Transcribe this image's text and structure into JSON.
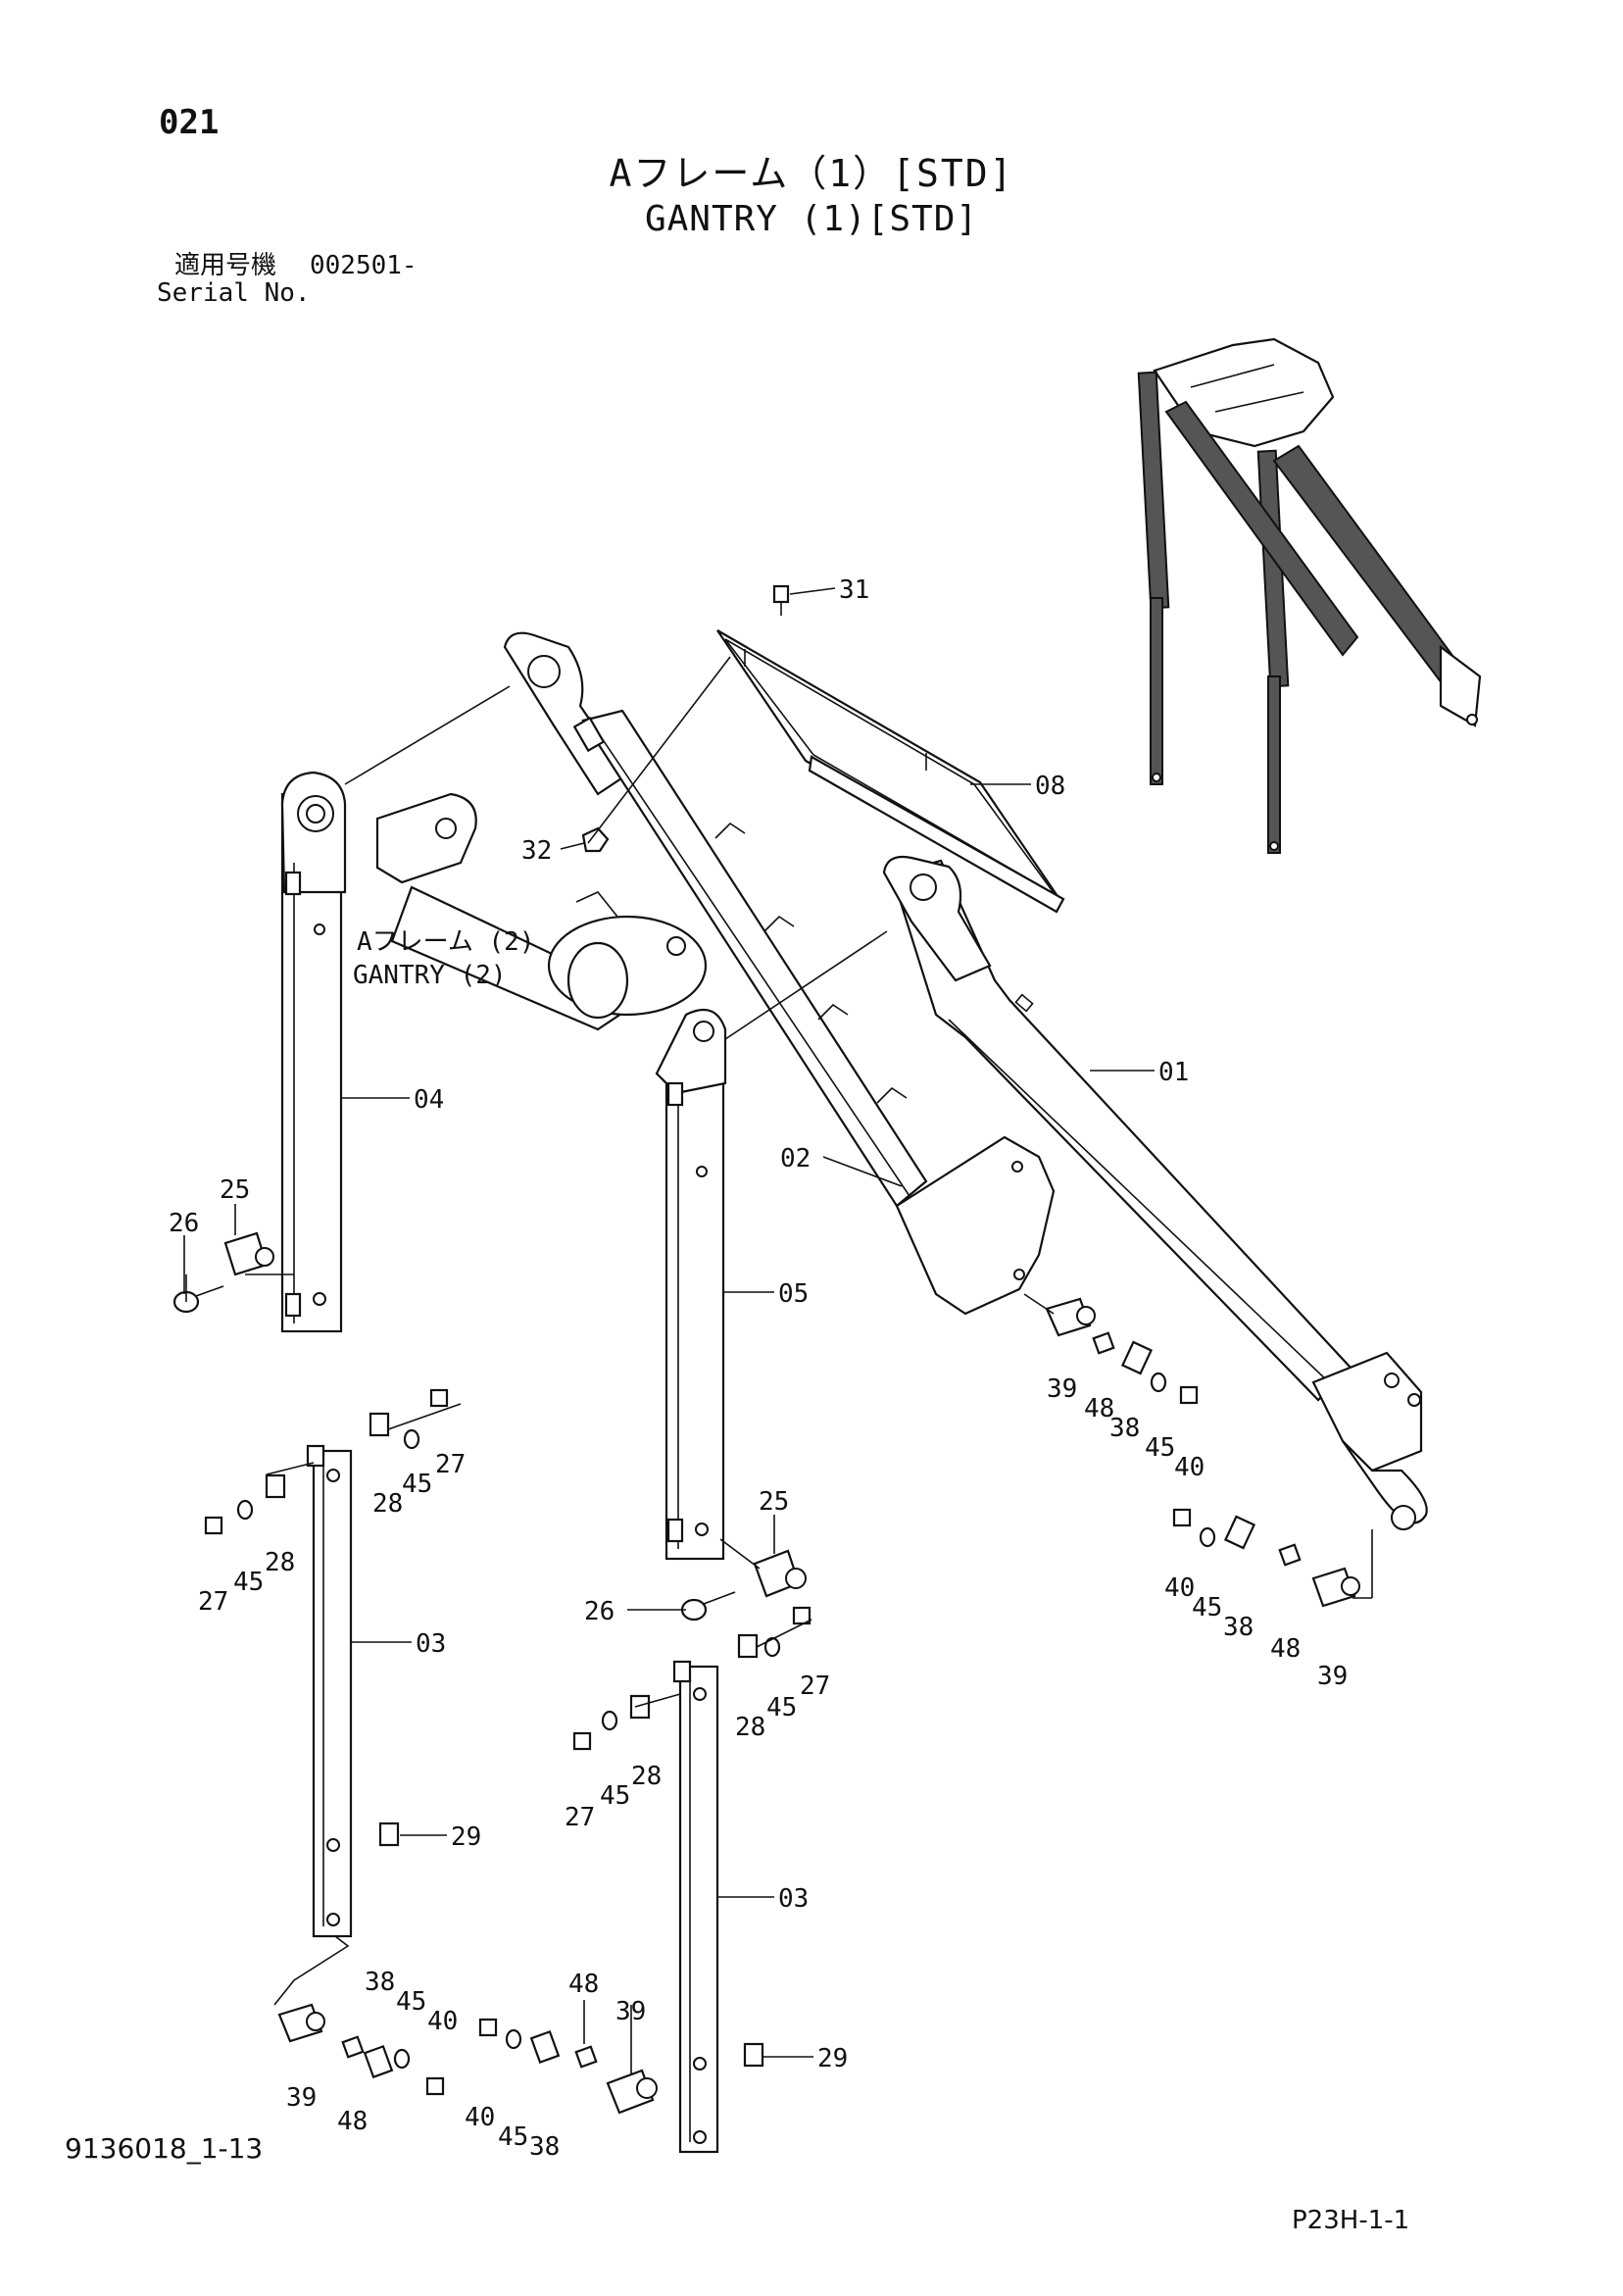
{
  "header": {
    "page_code": "021",
    "title_ja": "Aフレーム（1）[STD]",
    "title_en": "GANTRY (1)[STD]",
    "serial_label_ja": "適用号機",
    "serial_value": "002501-",
    "serial_label_en": "Serial No."
  },
  "reference": {
    "label_ja": "Aフレーム (2)",
    "label_en": "GANTRY (2)"
  },
  "footer": {
    "doc_code": "9136018_1-13",
    "page_ref": "P23H-1-1"
  },
  "callouts": [
    "31",
    "08",
    "32",
    "01",
    "04",
    "02",
    "05",
    "25",
    "26",
    "39",
    "48",
    "38",
    "45",
    "40",
    "27",
    "28",
    "03",
    "29"
  ]
}
